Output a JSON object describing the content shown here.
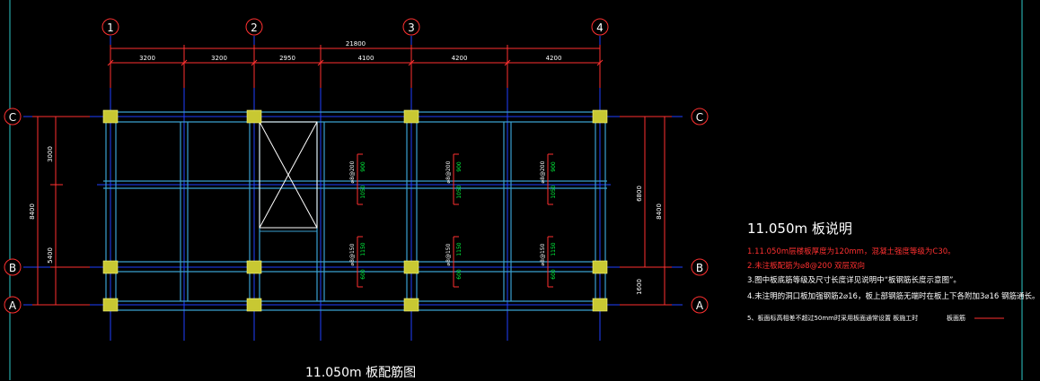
{
  "drawing": {
    "title": "11.050m 板配筋图",
    "colors": {
      "background": "#000000",
      "beam": "#3aa0d0",
      "beam_core": "#2060ff",
      "axis": "#1f3fff",
      "dim": "#ff3030",
      "text": "#ffffff",
      "column": "#c8c832",
      "stair": "#ffffff",
      "rebar": "#ff3030",
      "rebar_text": "#00ff40"
    },
    "axes_x": [
      "1",
      "2",
      "3",
      "4"
    ],
    "axes_y": [
      "C",
      "B",
      "A"
    ],
    "dims_top_total": "21800",
    "dims_top_spans": [
      "3200",
      "3200",
      "2950",
      "4100",
      "4200",
      "4200"
    ],
    "dims_left": [
      "3000",
      "5400",
      "8400"
    ],
    "dims_right": [
      "6800",
      "8400",
      "1600"
    ],
    "rebar_marks": [
      {
        "spec": "⌀8@200",
        "top": "900",
        "bottom": "1050"
      },
      {
        "spec": "⌀8@200",
        "top": "900",
        "bottom": "1050"
      },
      {
        "spec": "⌀8@200",
        "top": "900",
        "bottom": "1050"
      },
      {
        "spec": "⌀8@150",
        "top": "1150",
        "bottom": "600"
      },
      {
        "spec": "⌀8@150",
        "top": "1150",
        "bottom": "600"
      },
      {
        "spec": "⌀8@150",
        "top": "1150",
        "bottom": "600"
      }
    ]
  },
  "notes": {
    "title": "11.050m 板说明",
    "lines": [
      {
        "text": "1.11.050m层楼板厚度为120mm，混凝土强度等级为C30。",
        "color": "#ff3030"
      },
      {
        "text": "2.未注板配筋为⌀8@200 双层双向",
        "color": "#ff3030"
      },
      {
        "text": "3.图中板底筋等级及尺寸长度详见说明中“板钢筋长度示意图”。",
        "color": "#ffffff"
      },
      {
        "text": "4.未注明的洞口板加强钢筋2⌀16，板上部钢筋无端时在板上下各附加3⌀16 钢筋通长。",
        "color": "#ffffff"
      },
      {
        "text": "5、板面标高相差不超过50mm时采用板面通常设置 板施工时",
        "color": "#ffffff"
      }
    ],
    "legend_label": "板面筋"
  }
}
